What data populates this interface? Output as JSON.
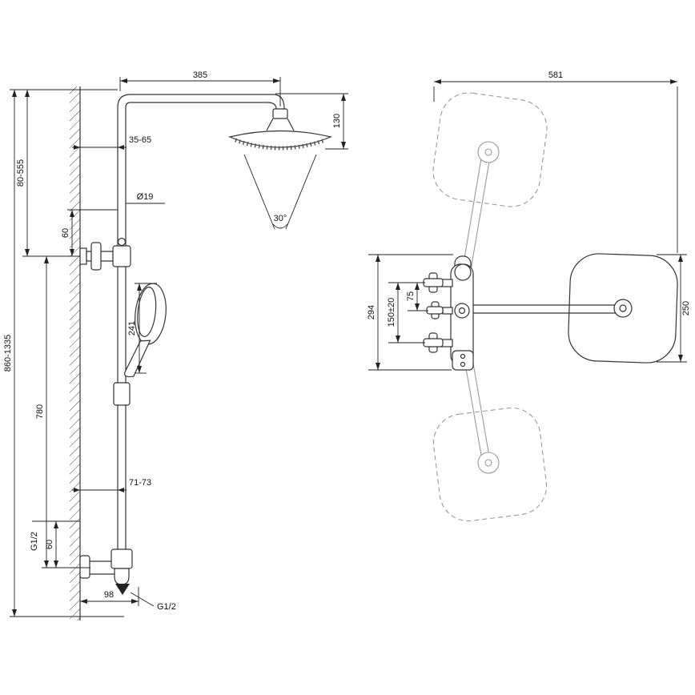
{
  "left": {
    "dims": {
      "arm_reach": "385",
      "head_height": "130",
      "wall_clearance_top": "35-65",
      "mount_range_top": "80-555",
      "pipe_diameter": "Ø19",
      "offset_top": "60",
      "spray_angle": "30°",
      "hand_shower_length": "241",
      "total_height_range": "860-1335",
      "column_length": "780",
      "wall_clearance_bottom": "71-73",
      "inlet_thread": "G1/2",
      "offset_bottom": "60",
      "depth": "98",
      "outlet_thread": "G1/2"
    }
  },
  "right": {
    "dims": {
      "total_width": "581",
      "body_height": "294",
      "valve_spacing": "150±20",
      "valve_to_outlet": "75",
      "head_width": "250"
    }
  }
}
